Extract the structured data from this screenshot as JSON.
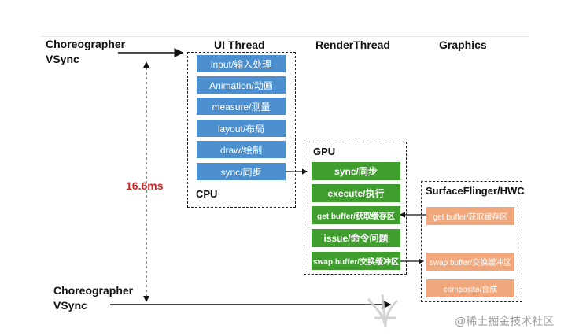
{
  "columns": {
    "ui_thread": "UI Thread",
    "render_thread": "RenderThread",
    "graphics": "Graphics"
  },
  "vsync_top": {
    "line1": "Choreographer",
    "line2": "VSync"
  },
  "vsync_bottom": {
    "line1": "Choreographer",
    "line2": "VSync"
  },
  "timing": "16.6ms",
  "cpu": {
    "title": "CPU",
    "items": [
      "input/输入处理",
      "Animation/动画",
      "measure/测量",
      "layout/布局",
      "draw/绘制",
      "sync/同步"
    ]
  },
  "gpu": {
    "title": "GPU",
    "items": [
      "sync/同步",
      "execute/执行",
      "get buffer/获取缓存区",
      "issue/命令问题",
      "swap buffer/交换缓冲区"
    ]
  },
  "surfaceflinger": {
    "title": "SurfaceFlinger/HWC",
    "items": [
      "get buffer/获取缓存区",
      "swap buffer/交换缓冲区",
      "composite/合成"
    ]
  },
  "watermark": "@稀土掘金技术社区",
  "colors": {
    "cpu_block": "#4c8fcf",
    "gpu_block": "#3f9e2e",
    "sf_block": "#f1a77c",
    "timing_text": "#e02020"
  }
}
